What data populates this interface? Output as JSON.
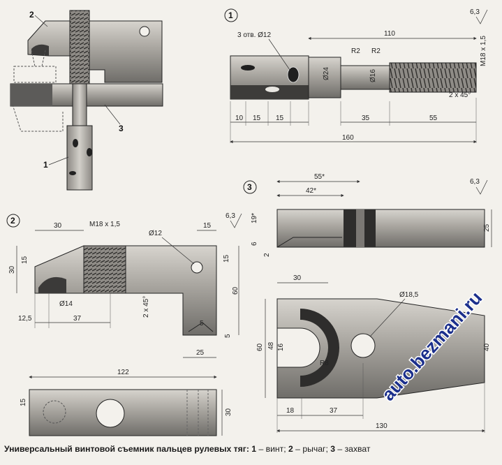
{
  "caption": {
    "title": "Универсальный винтовой съемник пальцев рулевых тяг:",
    "items": [
      {
        "num": "1",
        "text": "винт;"
      },
      {
        "num": "2",
        "text": "рычаг;"
      },
      {
        "num": "3",
        "text": "захват"
      }
    ]
  },
  "watermark": "auto.bezmani.ru",
  "assembly": {
    "callouts": [
      "1",
      "2",
      "3"
    ]
  },
  "views": {
    "screw": {
      "number": "1",
      "roughness": "6,3",
      "dims": {
        "holes": "3 отв. Ø12",
        "total_len": "110",
        "r1": "R2",
        "r2": "R2",
        "thread": "M18 x 1,5",
        "d24": "Ø24",
        "d16": "Ø16",
        "chamfer": "2 x 45°",
        "d10": "10",
        "d15a": "15",
        "d15b": "15",
        "d35": "35",
        "d55": "55",
        "d160": "160"
      }
    },
    "lever": {
      "number": "2",
      "roughness": "6,3",
      "dims": {
        "d30top": "30",
        "thread": "M18 x 1,5",
        "d15top": "15",
        "d12": "Ø12",
        "d30left": "30",
        "d15left": "15",
        "d15right": "15",
        "d60": "60",
        "d14": "Ø14",
        "chamfer": "2 x 45°",
        "d12_5": "12,5",
        "d37": "37",
        "d5a": "5",
        "d5b": "5",
        "d25": "25",
        "d122": "122",
        "d15side": "15",
        "d30side": "30"
      }
    },
    "grip": {
      "number": "3",
      "roughness": "6,3",
      "dims": {
        "d55": "55*",
        "d42": "42*",
        "d19": "19*",
        "d6": "6",
        "d2": "2",
        "d25": "25",
        "d30": "30",
        "d18_5": "Ø18,5",
        "d60": "60",
        "d48": "48",
        "d16": "16",
        "r8": "R8",
        "d18": "18",
        "d37": "37",
        "d40": "40",
        "d130": "130"
      }
    }
  },
  "colors": {
    "metal_light": "#b9b6b0",
    "metal_dark": "#4a4a4a",
    "paper": "#f3f1ec",
    "ink": "#222222"
  }
}
